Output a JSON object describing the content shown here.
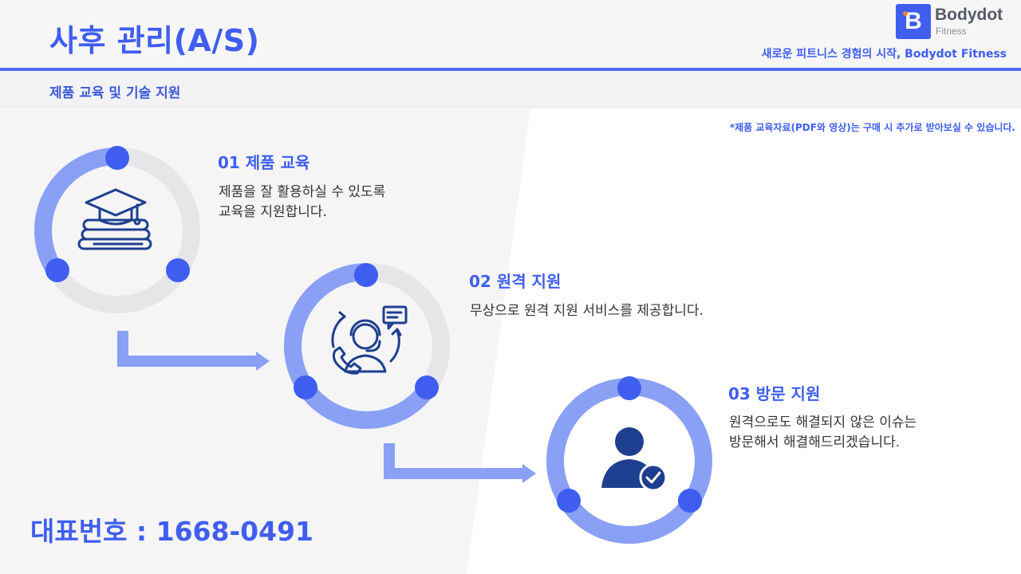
{
  "header": {
    "title": "사후 관리(A/S)",
    "subtitle": "제품 교육 및 기술 지원",
    "slogan": "새로운 피트니스 경험의 시작, Bodydot Fitness"
  },
  "logo": {
    "name": "Bodydot",
    "tagline": "Fitness",
    "badge_letter": "B"
  },
  "note": "*제품 교육자료(PDF와 영상)는 구매 시 추가로 받아보실 수 있습니다.",
  "steps": [
    {
      "title": "01 제품 교육",
      "desc_line1": "제품을 잘 활용하실 수 있도록",
      "desc_line2": "교육을 지원합니다.",
      "icon": "graduation-cap-books-icon"
    },
    {
      "title": "02 원격 지원",
      "desc_line1": "무상으로 원격 지원 서비스를 제공합니다.",
      "desc_line2": "",
      "icon": "headset-support-icon"
    },
    {
      "title": "03 방문 지원",
      "desc_line1": "원격으로도 해결되지 않은 이슈는",
      "desc_line2": "방문해서 해결해드리겠습니다.",
      "icon": "user-check-icon"
    }
  ],
  "footer": {
    "phone": "대표번호 : 1668-0491"
  },
  "colors": {
    "accent": "#3f5ef0",
    "ring_light": "#8aa0f5",
    "ring_gray": "#e6e6e8",
    "icon_dark": "#1e3f8f"
  }
}
